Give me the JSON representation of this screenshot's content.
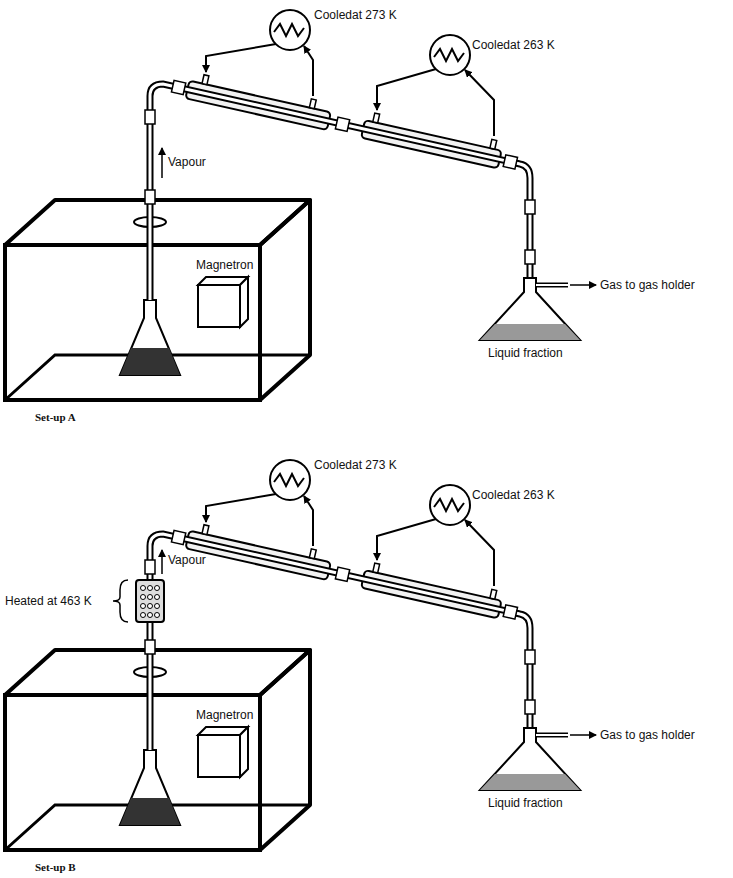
{
  "diagram": {
    "nodes": [
      {
        "text": [
          "Magnetron"
        ]
      },
      {
        "text": [
          "Magnetron"
        ]
      }
    ],
    "labels": [
      "Cooledat 273 K",
      "Cooledat 263 K",
      "Vapour",
      "Liquid fraction",
      "Gas to gas holder",
      "Set-up A",
      "Cooledat 273 K",
      "Cooledat 263 K",
      "Heated at 463 K",
      "Vapour",
      "Liquid fraction",
      "Gas to gas holder",
      "Set-up B"
    ]
  }
}
